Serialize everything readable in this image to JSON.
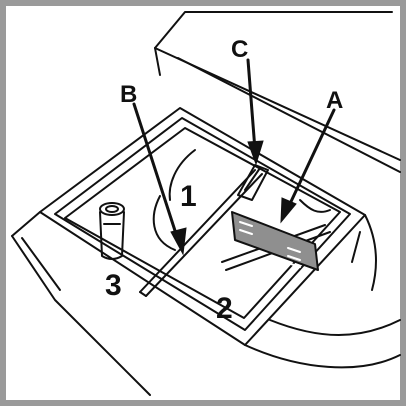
{
  "labels": {
    "letter_a": "A",
    "letter_b": "B",
    "letter_c": "C",
    "compartment_1": "1",
    "compartment_2": "2",
    "compartment_3": "3"
  },
  "colors": {
    "frame": "#9a9a9a",
    "line": "#111111",
    "insert_fill": "#8f8f8f",
    "background": "#ffffff"
  }
}
